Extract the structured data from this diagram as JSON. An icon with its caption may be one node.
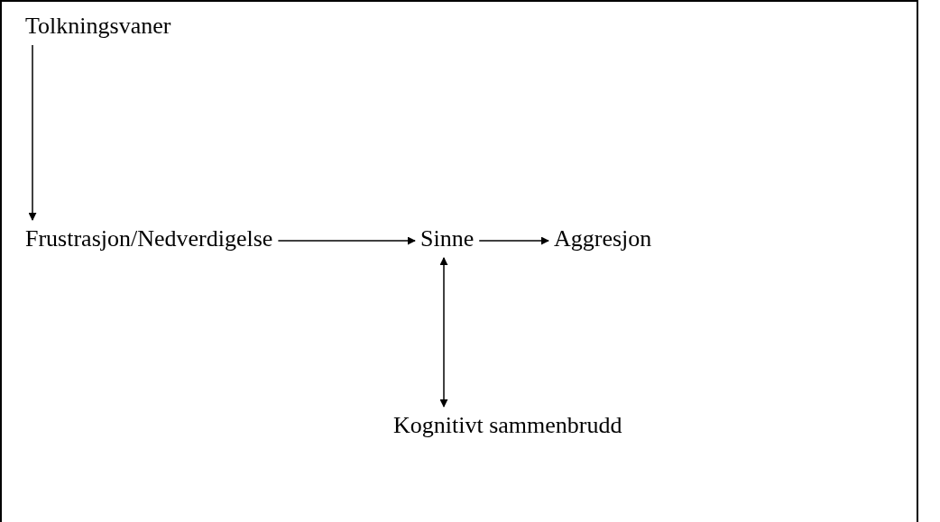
{
  "diagram": {
    "nodes": [
      {
        "text": [
          "Tolkningsvaner"
        ]
      },
      {
        "text": [
          "Frustrasjon/Nedverdigelse"
        ]
      },
      {
        "text": [
          "Sinne"
        ]
      },
      {
        "text": [
          "Aggresjon"
        ]
      },
      {
        "text": [
          "Kognitivt sammenbrudd"
        ]
      }
    ],
    "edges": [
      {
        "from": 0,
        "to": 1,
        "arrow": "to"
      },
      {
        "from": 1,
        "to": 2,
        "arrow": "to"
      },
      {
        "from": 2,
        "to": 3,
        "arrow": "to"
      },
      {
        "from": 2,
        "to": 4,
        "arrow": "both"
      }
    ]
  }
}
